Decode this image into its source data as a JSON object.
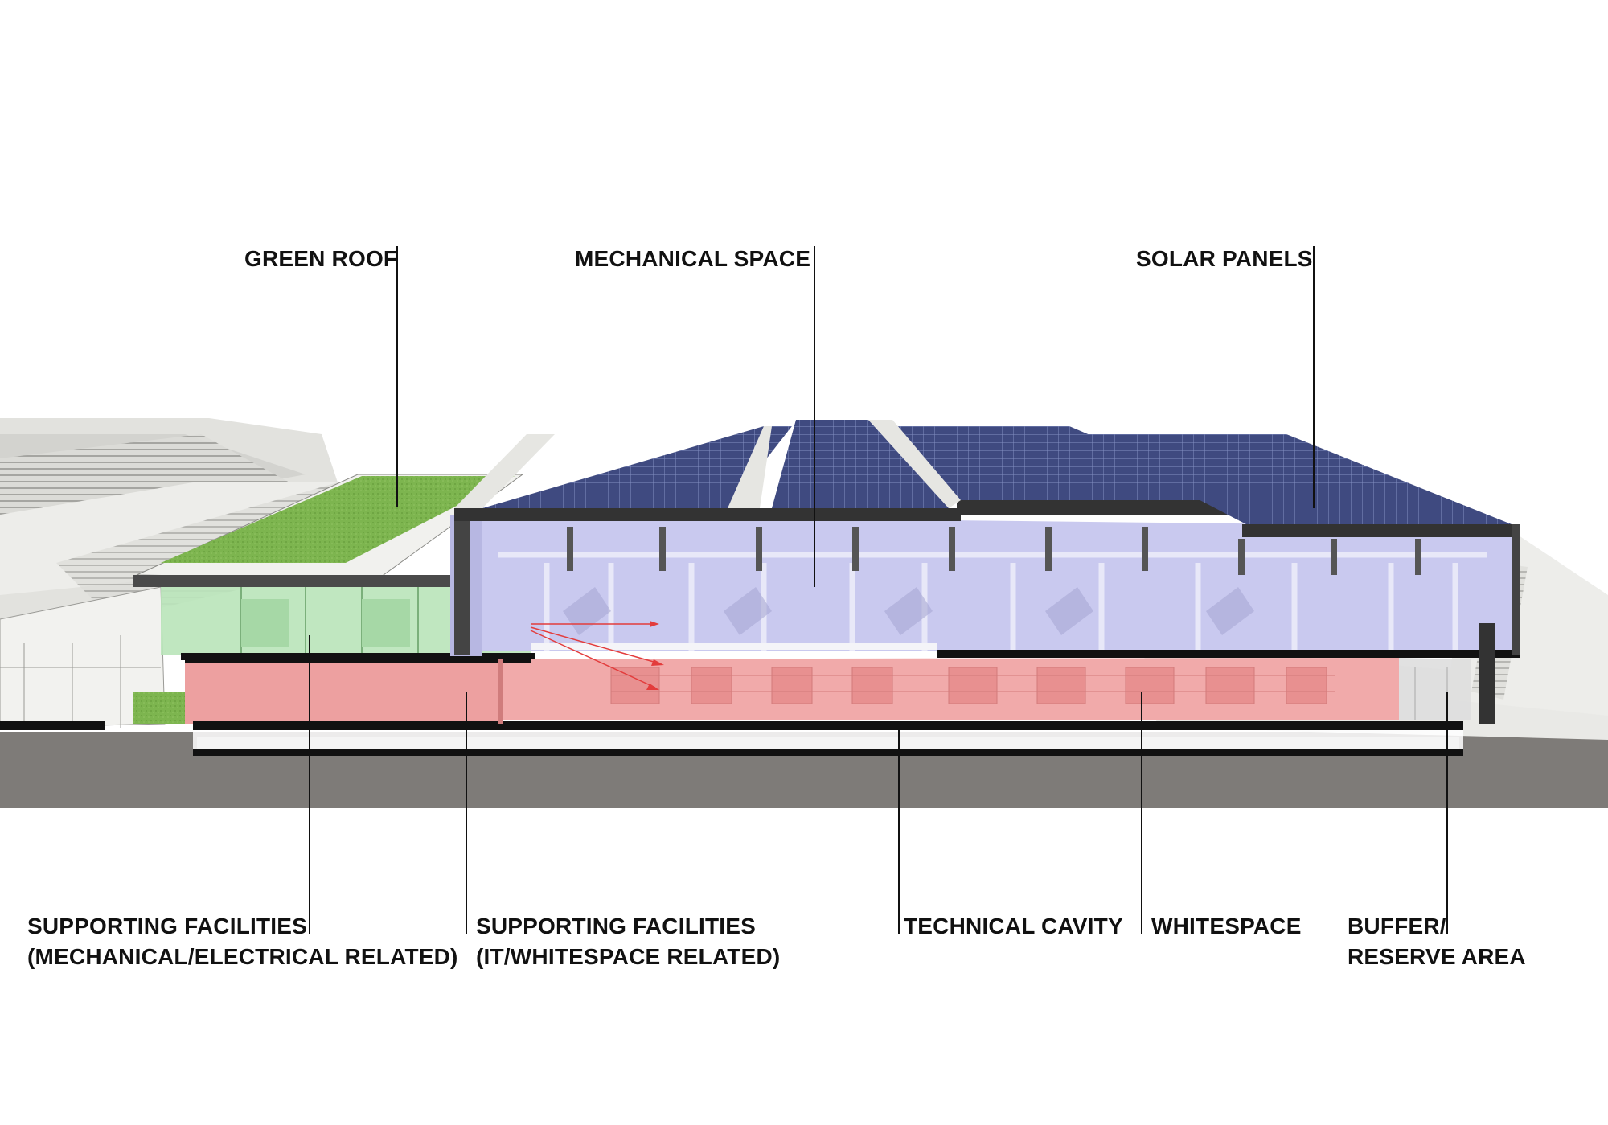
{
  "diagram": {
    "labels": {
      "green_roof": "GREEN ROOF",
      "mechanical_space": "MECHANICAL SPACE",
      "solar_panels": "SOLAR PANELS",
      "supporting_mech_line1": "SUPPORTING FACILITIES",
      "supporting_mech_line2": "(MECHANICAL/ELECTRICAL RELATED)",
      "supporting_it_line1": "SUPPORTING FACILITIES",
      "supporting_it_line2": "(IT/WHITESPACE RELATED)",
      "technical_cavity": "TECHNICAL CAVITY",
      "whitespace": "WHITESPACE",
      "buffer_line1": "BUFFER/",
      "buffer_line2": "RESERVE AREA"
    },
    "colors": {
      "solar_panel": "#3f4a80",
      "green_roof": "#7db54f",
      "mechanical_zone": "#c9c9ef",
      "whitespace_zone": "#f1aaaa",
      "supporting_mech_zone": "#b9e4b9",
      "ground": "#7e7b78",
      "leader_line": "#111111"
    }
  }
}
